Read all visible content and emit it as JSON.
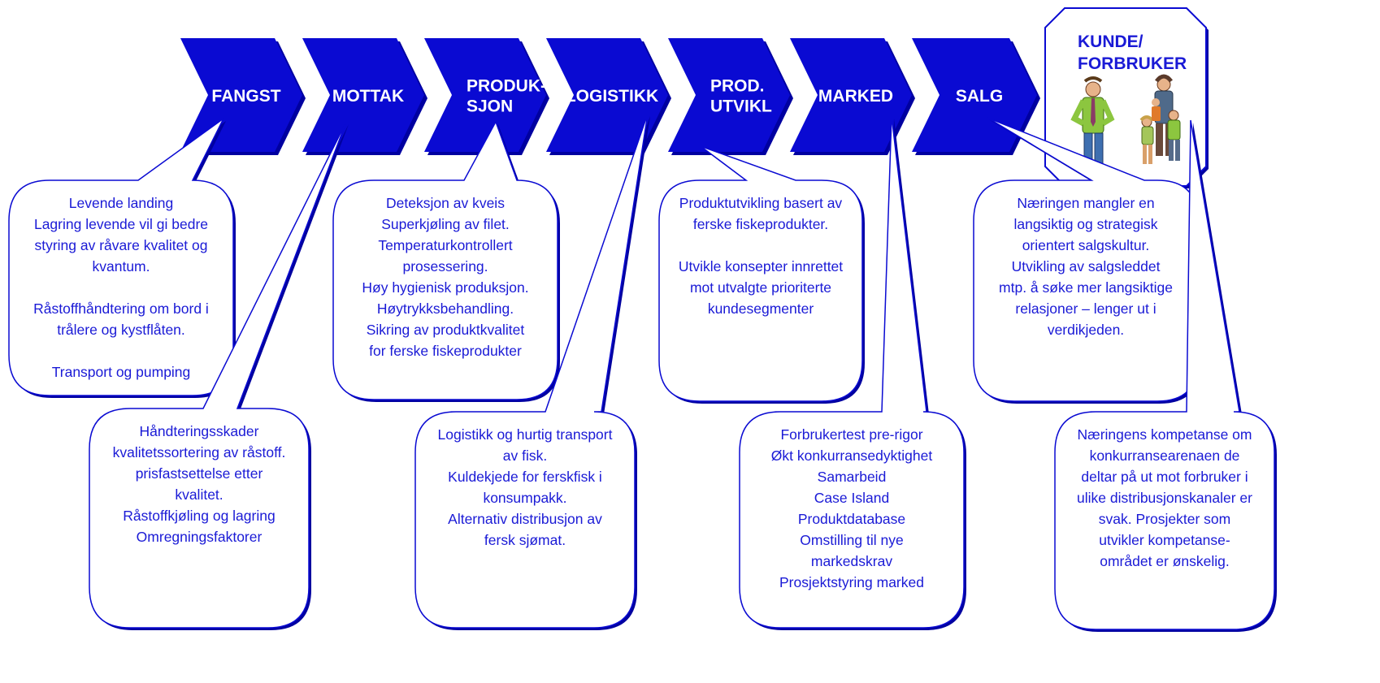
{
  "chain": [
    {
      "id": "fangst",
      "lines": [
        "FANGST"
      ]
    },
    {
      "id": "mottak",
      "lines": [
        "MOTTAK"
      ]
    },
    {
      "id": "produksjon",
      "lines": [
        "PRODUK-",
        "SJON"
      ]
    },
    {
      "id": "logistikk",
      "lines": [
        "LOGISTIKK"
      ]
    },
    {
      "id": "prod-utvikl",
      "lines": [
        "PROD.",
        "UTVIKL"
      ]
    },
    {
      "id": "marked",
      "lines": [
        "MARKED"
      ]
    },
    {
      "id": "salg",
      "lines": [
        "SALG"
      ]
    }
  ],
  "kunde": {
    "lines": [
      "KUNDE/",
      "FORBRUKER"
    ]
  },
  "callouts": [
    {
      "id": "fangst",
      "lines": [
        "Levende landing",
        "Lagring levende vil gi bedre",
        "styring av råvare kvalitet og",
        "kvantum.",
        "",
        "Råstoffhåndtering om bord i",
        "trålere og kystflåten.",
        "",
        "Transport og pumping"
      ]
    },
    {
      "id": "mottak",
      "lines": [
        "Håndteringsskader",
        "kvalitetssortering av råstoff.",
        "prisfastsettelse etter",
        "kvalitet.",
        "Råstoffkjøling og lagring",
        "Omregningsfaktorer"
      ]
    },
    {
      "id": "produksjon",
      "lines": [
        "Deteksjon av kveis",
        "Superkjøling av filet.",
        "Temperaturkontrollert",
        "prosessering.",
        "Høy hygienisk produksjon.",
        "Høytrykksbehandling.",
        "Sikring av produktkvalitet",
        "for ferske fiskeprodukter"
      ]
    },
    {
      "id": "logistikk",
      "lines": [
        "Logistikk og hurtig transport",
        "av fisk.",
        "Kuldekjede for ferskfisk i",
        "konsumpakk.",
        "Alternativ distribusjon av",
        "fersk sjømat."
      ]
    },
    {
      "id": "prod-utvikl",
      "lines": [
        "Produktutvikling basert av",
        "ferske fiskeprodukter.",
        "",
        "Utvikle konsepter innrettet",
        "mot utvalgte prioriterte",
        "kundesegmenter"
      ]
    },
    {
      "id": "marked",
      "lines": [
        "Forbrukertest pre-rigor",
        "Økt konkurransedyktighet",
        "Samarbeid",
        "Case Island",
        "Produktdatabase",
        "Omstilling til nye",
        "markedskrav",
        "Prosjektstyring marked"
      ]
    },
    {
      "id": "salg",
      "lines": [
        "Næringen mangler en",
        "langsiktig og strategisk",
        "orientert salgskultur.",
        "Utvikling av salgsleddet",
        "mtp. å søke mer langsiktige",
        "relasjoner – lenger ut i",
        "verdikjeden."
      ]
    },
    {
      "id": "kunde",
      "lines": [
        "Næringens kompetanse om",
        "konkurransearenaen de",
        "deltar på ut mot forbruker i",
        "ulike distribusjonskanaler er",
        "svak. Prosjekter som",
        "utvikler kompetanse-",
        "området er ønskelig."
      ]
    }
  ],
  "colors": {
    "chevron": "#0a0ad2",
    "shadow": "#0000a0",
    "text": "#1a1ad6",
    "callout_fill": "#ffffff",
    "callout_stroke": "#0a0ad2"
  }
}
